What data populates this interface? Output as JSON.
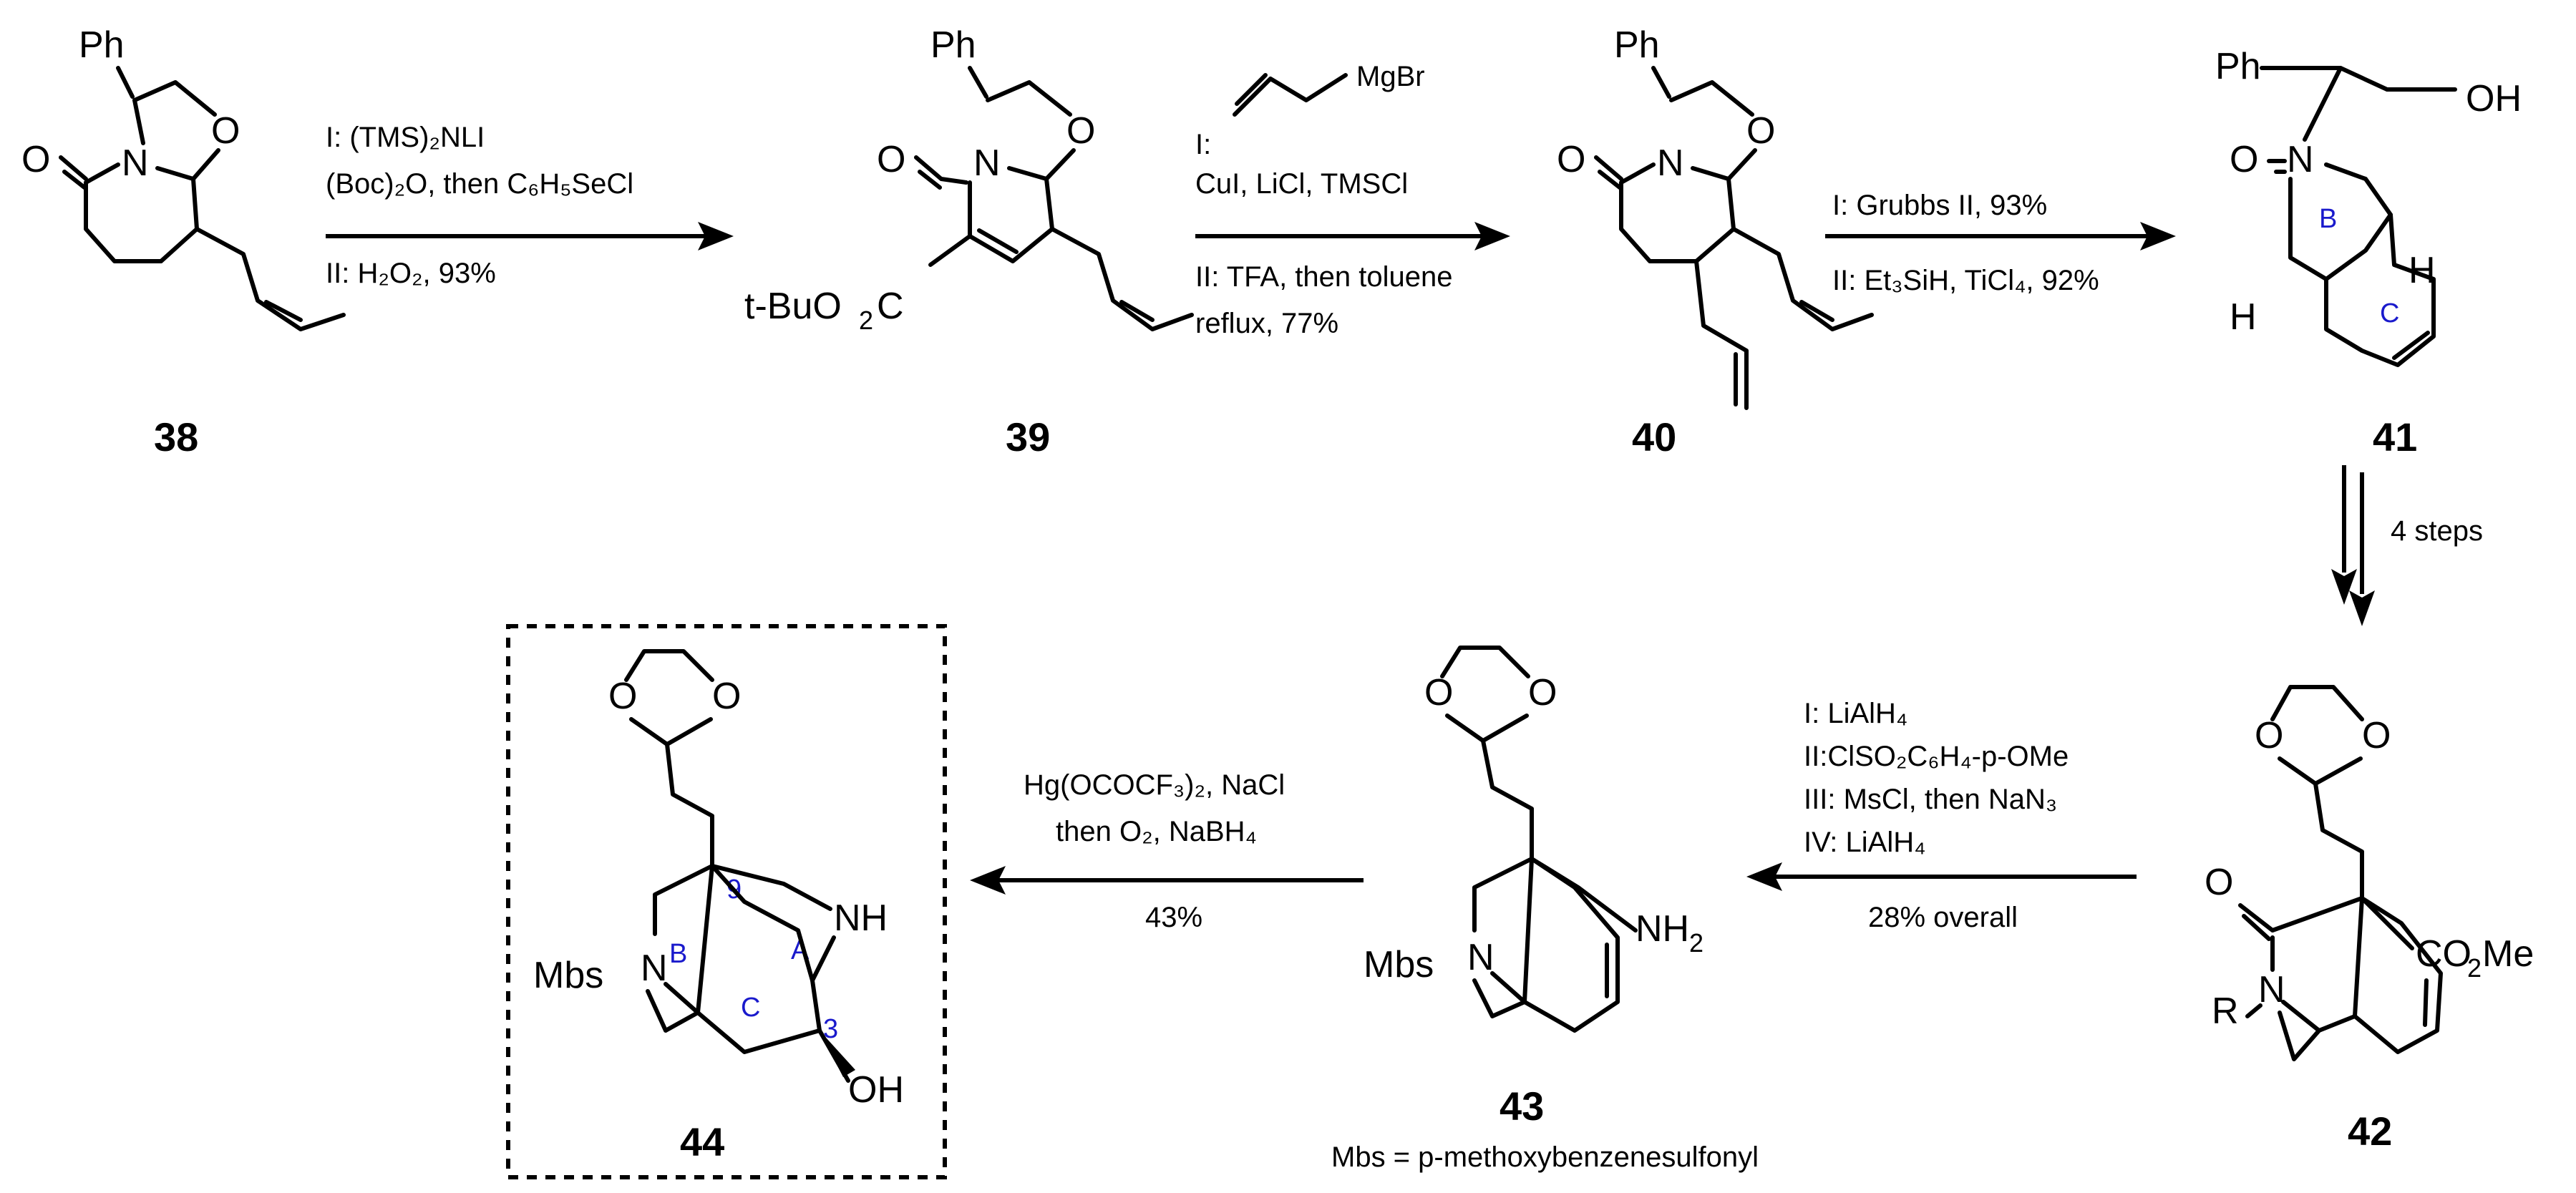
{
  "compounds": {
    "c38": "38",
    "c39": "39",
    "c40": "40",
    "c41": "41",
    "c42": "42",
    "c43": "43",
    "c44": "44"
  },
  "atoms": {
    "ph": "Ph",
    "o": "O",
    "n": "N",
    "nh": "NH",
    "nh2": "NH",
    "h": "H",
    "oh_right": "OH",
    "oh": "OH",
    "tbu": "t-BuO",
    "c_label": "C",
    "co2me": "CO",
    "me": "Me",
    "r": "R",
    "mbs": "Mbs",
    "two": "2"
  },
  "reagents": {
    "step1": {
      "line1": "I: (TMS)₂NLI",
      "line2": "(Boc)₂O, then C₆H₅SeCl",
      "line3": "II: H₂O₂, 93%"
    },
    "step2": {
      "grignard": "MgBr",
      "line1": "I:",
      "line2": "CuI, LiCl, TMSCl",
      "line3": "II: TFA, then toluene",
      "line4": "reflux, 77%"
    },
    "step3": {
      "line1": "I: Grubbs II, 93%",
      "line2": "II: Et₃SiH, TiCl₄, 92%"
    },
    "step4": {
      "line1": "4 steps"
    },
    "step5": {
      "line1": "I: LiAlH₄",
      "line2": "II:ClSO₂C₆H₄-p-OMe",
      "line3": "III: MsCl, then NaN₃",
      "line4": "IV: LiAlH₄",
      "line5": "28% overall"
    },
    "step6": {
      "line1": "Hg(OCOCF₃)₂, NaCl",
      "line2": "then O₂, NaBH₄",
      "line3": "43%"
    }
  },
  "ring_labels": {
    "b": "B",
    "c": "C",
    "a": "A",
    "pos9": "9",
    "pos3": "3"
  },
  "footnote": "Mbs = p-methoxybenzenesulfonyl"
}
